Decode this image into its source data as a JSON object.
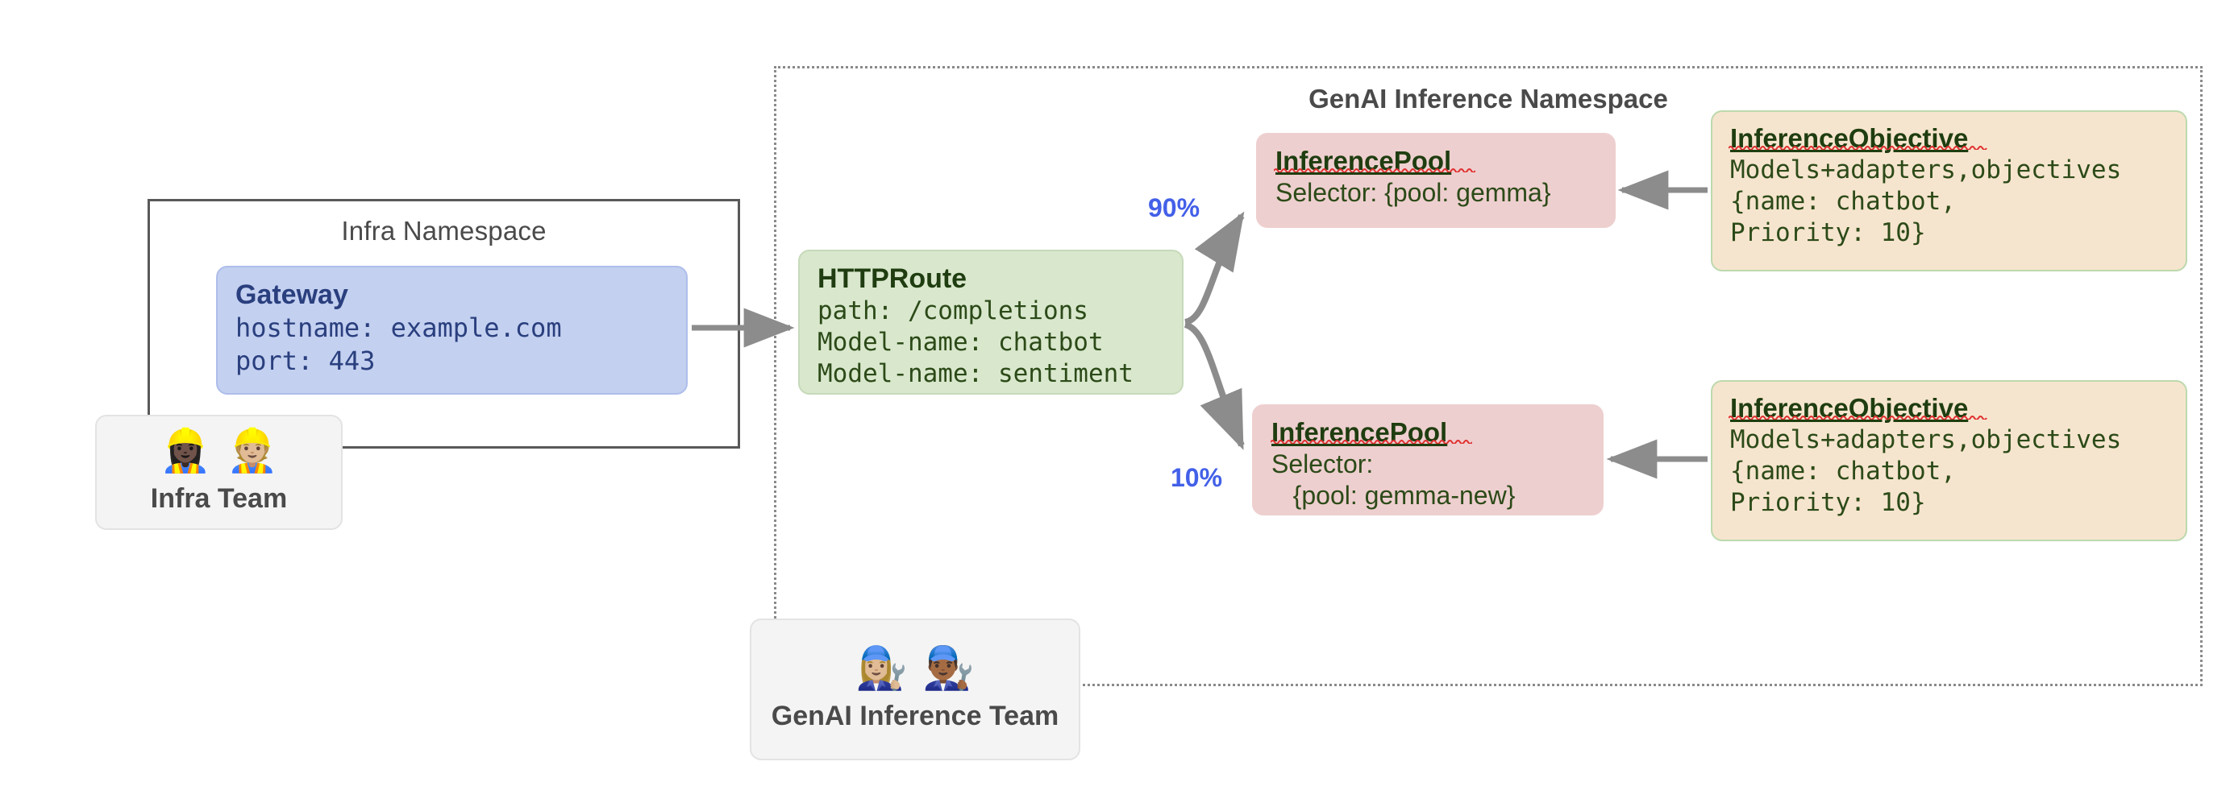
{
  "namespaces": {
    "infra": {
      "title": "Infra Namespace"
    },
    "genai": {
      "title": "GenAI Inference Namespace"
    }
  },
  "nodes": {
    "gateway": {
      "title": "Gateway",
      "line1": "hostname: example.com",
      "line2": "port: 443"
    },
    "httproute": {
      "title": "HTTPRoute",
      "line1": "path: /completions",
      "line2": "Model-name: chatbot",
      "line3": "Model-name: sentiment"
    },
    "inference_pool_1": {
      "title": "InferencePool",
      "line1": "Selector: {pool: gemma}"
    },
    "inference_pool_2": {
      "title": "InferencePool",
      "line1": "Selector:",
      "line2": "   {pool: gemma-new}"
    },
    "inference_objective_1": {
      "title": "InferenceObjective",
      "line1": "Models+adapters,objectives",
      "line2": "{name: chatbot,",
      "line3": "Priority: 10}"
    },
    "inference_objective_2": {
      "title": "InferenceObjective",
      "line1": "Models+adapters,objectives",
      "line2": "{name: chatbot,",
      "line3": "Priority: 10}"
    }
  },
  "teams": {
    "infra": {
      "label": "Infra Team",
      "emojis": "👷🏿‍♀️👷🏼"
    },
    "genai": {
      "label": "GenAI Inference Team",
      "emojis": "👩🏼‍🔧👨🏾‍🔧"
    }
  },
  "edges": {
    "split_top_label": "90%",
    "split_bottom_label": "10%"
  },
  "colors": {
    "gateway_fill": "#c3d0f0",
    "gateway_text": "#2a3f7e",
    "httproute_fill": "#d9e8cd",
    "pool_fill": "#eecfcf",
    "objective_fill": "#f6e5ce",
    "node_text_green": "#2c4a18",
    "edge_label": "#4360e8",
    "arrow": "#8c8c8c",
    "team_fill": "#f4f4f4",
    "namespace_border_infra": "#595959",
    "namespace_border_genai": "#8a8a8a",
    "spellcheck_squiggle": "#e03030"
  }
}
